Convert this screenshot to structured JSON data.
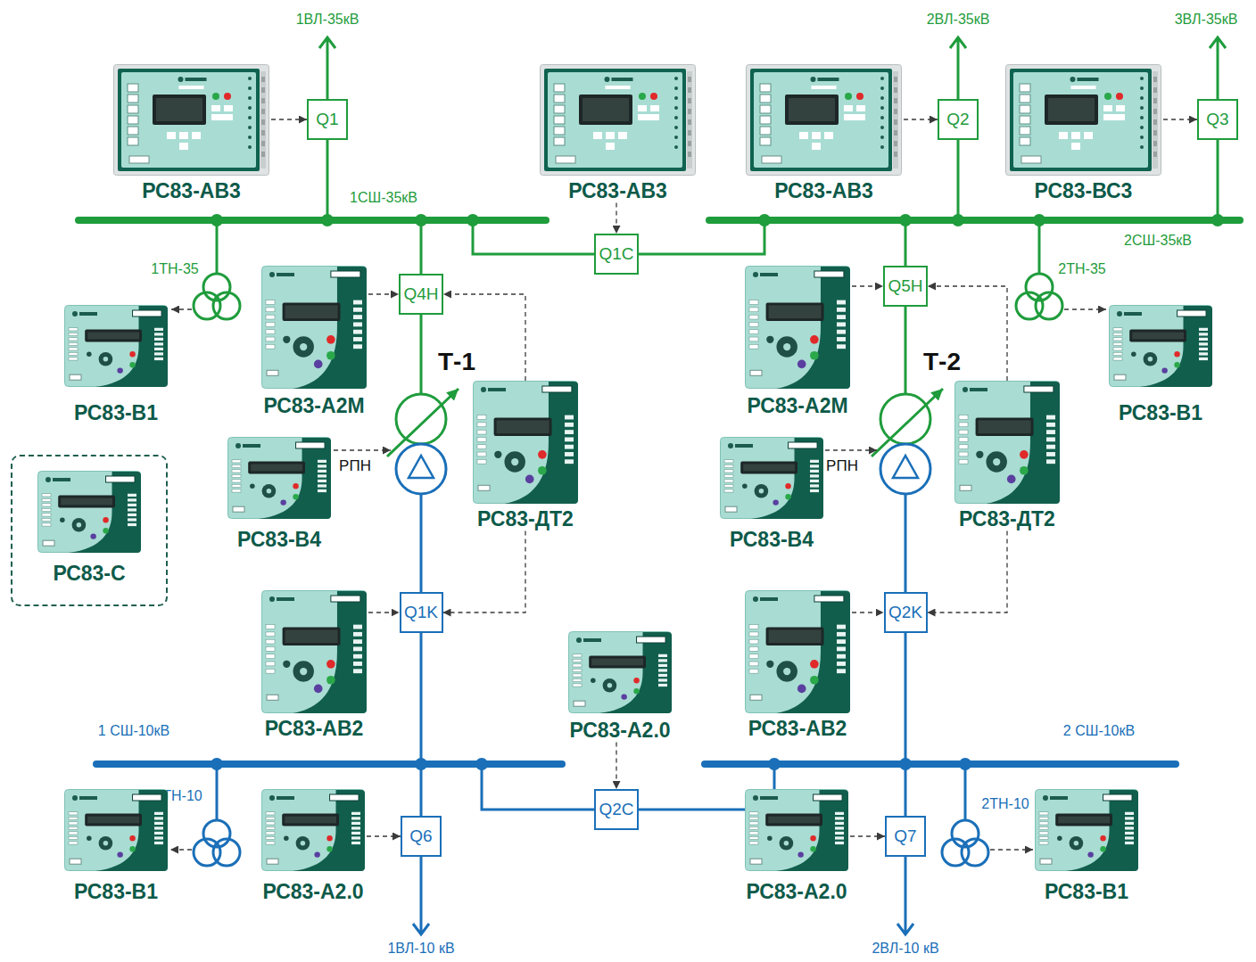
{
  "diagram": {
    "nodes": [
      {
        "text": [
          "РС83-АВ3"
        ]
      },
      {
        "text": [
          "Q1"
        ]
      },
      {
        "text": [
          "РС83-АВ3"
        ]
      },
      {
        "text": [
          "РС83-АВ3"
        ]
      },
      {
        "text": [
          "Q2"
        ]
      },
      {
        "text": [
          "РС83-ВС3"
        ]
      },
      {
        "text": [
          "Q3"
        ]
      },
      {
        "text": [
          "Q1C"
        ]
      },
      {
        "text": [
          "РС83-В1"
        ]
      },
      {
        "text": [
          "РС83-А2М"
        ]
      },
      {
        "text": [
          "Q4H"
        ]
      },
      {
        "text": [
          "РС83-А2М"
        ]
      },
      {
        "text": [
          "Q5H"
        ]
      },
      {
        "text": [
          "РС83-В1"
        ]
      },
      {
        "text": [
          "РС83-ДТ2"
        ]
      },
      {
        "text": [
          "РС83-В4"
        ]
      },
      {
        "text": [
          "РС83-ДТ2"
        ]
      },
      {
        "text": [
          "РС83-В4"
        ]
      },
      {
        "text": [
          "РС83-С"
        ]
      },
      {
        "text": [
          "Q1K"
        ]
      },
      {
        "text": [
          "Q2K"
        ]
      },
      {
        "text": [
          "РС83-АВ2"
        ]
      },
      {
        "text": [
          "РС83-А2.0"
        ]
      },
      {
        "text": [
          "РС83-АВ2"
        ]
      },
      {
        "text": [
          "Q2C"
        ]
      },
      {
        "text": [
          "РС83-В1"
        ]
      },
      {
        "text": [
          "РС83-А2.0"
        ]
      },
      {
        "text": [
          "Q6"
        ]
      },
      {
        "text": [
          "РС83-А2.0"
        ]
      },
      {
        "text": [
          "Q7"
        ]
      },
      {
        "text": [
          "РС83-В1"
        ]
      }
    ],
    "edges": [
      {
        "from": 0,
        "to": 1,
        "arrow": "to"
      },
      {
        "from": 2,
        "to": 7,
        "arrow": "to"
      },
      {
        "from": 3,
        "to": 4,
        "arrow": "to"
      },
      {
        "from": 5,
        "to": 6,
        "arrow": "to"
      },
      {
        "from": 9,
        "to": 10,
        "arrow": "to"
      },
      {
        "from": 14,
        "to": 10,
        "arrow": "to"
      },
      {
        "from": 14,
        "to": 19,
        "arrow": "to"
      },
      {
        "from": 11,
        "to": 12,
        "arrow": "to"
      },
      {
        "from": 16,
        "to": 12,
        "arrow": "to"
      },
      {
        "from": 16,
        "to": 20,
        "arrow": "to"
      },
      {
        "from": 21,
        "to": 19,
        "arrow": "to"
      },
      {
        "from": 22,
        "to": 24,
        "arrow": "to"
      },
      {
        "from": 23,
        "to": 20,
        "arrow": "to"
      },
      {
        "from": 26,
        "to": 27,
        "arrow": "to"
      },
      {
        "from": 28,
        "to": 29,
        "arrow": "to"
      }
    ],
    "labels": [
      "1ВЛ-35кВ",
      "2ВЛ-35кВ",
      "3ВЛ-35кВ",
      "1СШ-35кВ",
      "2СШ-35кВ",
      "1ТН-35",
      "2ТН-35",
      "Т-1",
      "Т-2",
      "РПН",
      "РПН",
      "1 СШ-10кВ",
      "2 СШ-10кВ",
      "1ТН-10",
      "2ТН-10",
      "1ВЛ-10 кВ",
      "2ВЛ-10 кВ"
    ]
  }
}
